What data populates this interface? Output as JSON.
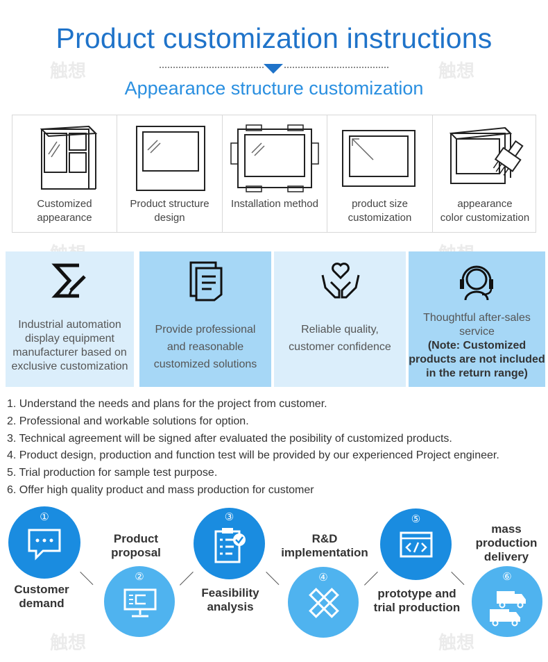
{
  "header": {
    "title": "Product customization instructions",
    "subtitle": "Appearance structure customization"
  },
  "customization": [
    {
      "label_line1": "Customized",
      "label_line2": "appearance",
      "icon": "kiosk-cabinet-icon"
    },
    {
      "label_line1": "Product structure",
      "label_line2": "design",
      "icon": "monitor-frame-icon"
    },
    {
      "label_line1": "Installation method",
      "label_line2": "",
      "icon": "mounting-bracket-icon"
    },
    {
      "label_line1": "product size",
      "label_line2": "customization",
      "icon": "resize-screen-icon"
    },
    {
      "label_line1": "appearance",
      "label_line2": "color customization",
      "icon": "paint-brush-icon"
    }
  ],
  "features": [
    {
      "lines": [
        "Industrial automation",
        "display equipment",
        "manufacturer based on",
        "exclusive customization"
      ],
      "note": [],
      "icon": "sigma-pen-icon",
      "bg": "#dbeefb"
    },
    {
      "lines": [
        "Provide professional",
        "and reasonable",
        "customized solutions"
      ],
      "note": [],
      "icon": "document-stack-icon",
      "bg": "#a6d7f6"
    },
    {
      "lines": [
        "Reliable quality,",
        "customer confidence"
      ],
      "note": [],
      "icon": "heart-hands-icon",
      "bg": "#dbeefb"
    },
    {
      "lines": [
        "Thoughtful after-sales",
        "service"
      ],
      "note": [
        "(Note: Customized",
        "products are not included",
        "in the return range)"
      ],
      "icon": "headset-support-icon",
      "bg": "#a6d7f6"
    }
  ],
  "steps": [
    "1. Understand the needs and plans for the project from customer.",
    "2. Professional and workable solutions for option.",
    "3. Technical agreement will be signed after evaluated the posibility of customized products.",
    "4. Product design, production and function test will be provided by our experienced Project engineer.",
    "5. Trial production for sample test purpose.",
    "6. Offer high quality product and mass production for customer"
  ],
  "flow": [
    {
      "num": "①",
      "label": [
        "Customer",
        "demand"
      ],
      "icon": "chat-bubble-icon"
    },
    {
      "num": "②",
      "label": [
        "Product",
        "proposal"
      ],
      "icon": "computer-proposal-icon"
    },
    {
      "num": "③",
      "label": [
        "Feasibility",
        "analysis"
      ],
      "icon": "checklist-icon"
    },
    {
      "num": "④",
      "label": [
        "R&D",
        "implementation"
      ],
      "icon": "ruler-pencil-icon"
    },
    {
      "num": "⑤",
      "label": [
        "prototype and",
        "trial production"
      ],
      "icon": "code-window-icon"
    },
    {
      "num": "⑥",
      "label": [
        "mass",
        "production",
        "delivery"
      ],
      "icon": "delivery-trucks-icon"
    }
  ],
  "colors": {
    "brand_blue": "#1f73c9",
    "accent_blue": "#2a8fe0",
    "circle_dark": "#1a8ce0",
    "circle_light": "#4fb3ef"
  },
  "watermark": "触想"
}
